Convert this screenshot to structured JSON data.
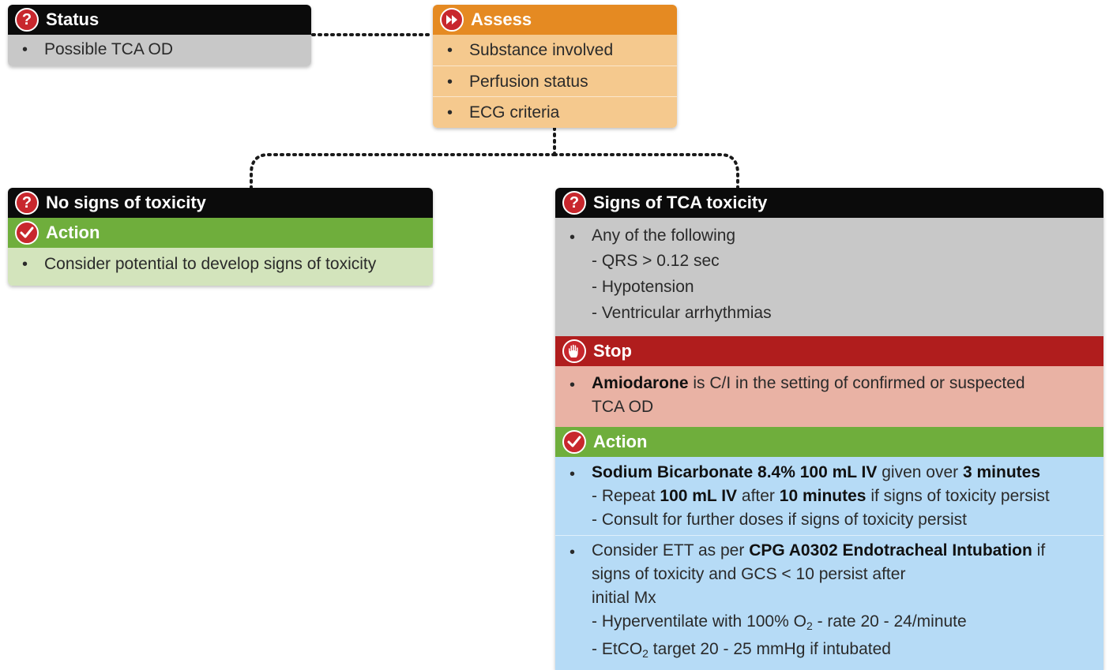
{
  "status": {
    "title": "Status",
    "items": [
      "Possible TCA OD"
    ]
  },
  "assess": {
    "title": "Assess",
    "items": [
      "Substance involved",
      "Perfusion status",
      "ECG criteria"
    ]
  },
  "no_signs": {
    "title": "No signs of toxicity",
    "action_title": "Action",
    "items": [
      "Consider potential to develop signs of toxicity"
    ]
  },
  "signs": {
    "title": "Signs of TCA toxicity",
    "intro": "Any of the following",
    "criteria": [
      "- QRS > 0.12 sec",
      "- Hypotension",
      "- Ventricular arrhythmias"
    ],
    "stop": {
      "title": "Stop",
      "drug": "Amiodarone",
      "text": "is C/I in the setting of confirmed or suspected",
      "text2": "TCA OD"
    },
    "action": {
      "title": "Action",
      "bicarb": {
        "drug": "Sodium Bicarbonate 8.4% 100 mL IV",
        "given_over": "given over",
        "duration": "3 minutes",
        "repeat_prefix": "- Repeat",
        "repeat_dose": "100 mL IV",
        "repeat_after": "after",
        "repeat_time": "10 minutes",
        "repeat_suffix": "if signs of toxicity persist",
        "consult": "- Consult for further doses if signs of toxicity persist"
      },
      "ett": {
        "prefix": "Consider ETT as per",
        "cpg": "CPG A0302 Endotracheal Intubation",
        "suffix": "if",
        "line2": "signs of toxicity and GCS < 10 persist after",
        "line3": "initial Mx",
        "hyper_prefix": "-  Hyperventilate with 100% O",
        "hyper_sub": "2",
        "hyper_suffix": " - rate 20 - 24/minute",
        "etco_prefix": "-  EtCO",
        "etco_sub": "2",
        "etco_suffix": " target 20 - 25 mmHg if intubated"
      }
    }
  },
  "icons": {
    "question": "question-mark-icon",
    "fast_forward": "fast-forward-icon",
    "check": "checkmark-icon",
    "stop": "stop-hand-icon"
  },
  "colors": {
    "black_header": "#0b0b0b",
    "orange_header": "#e58a22",
    "green_header": "#6fae3c",
    "red_header": "#b01d1d",
    "icon_red": "#c8272d",
    "grey_body": "#c8c8c8",
    "peach_body": "#f5c98e",
    "light_green_body": "#d3e4bc",
    "pink_body": "#e9b2a4",
    "blue_body": "#b6dbf6"
  }
}
